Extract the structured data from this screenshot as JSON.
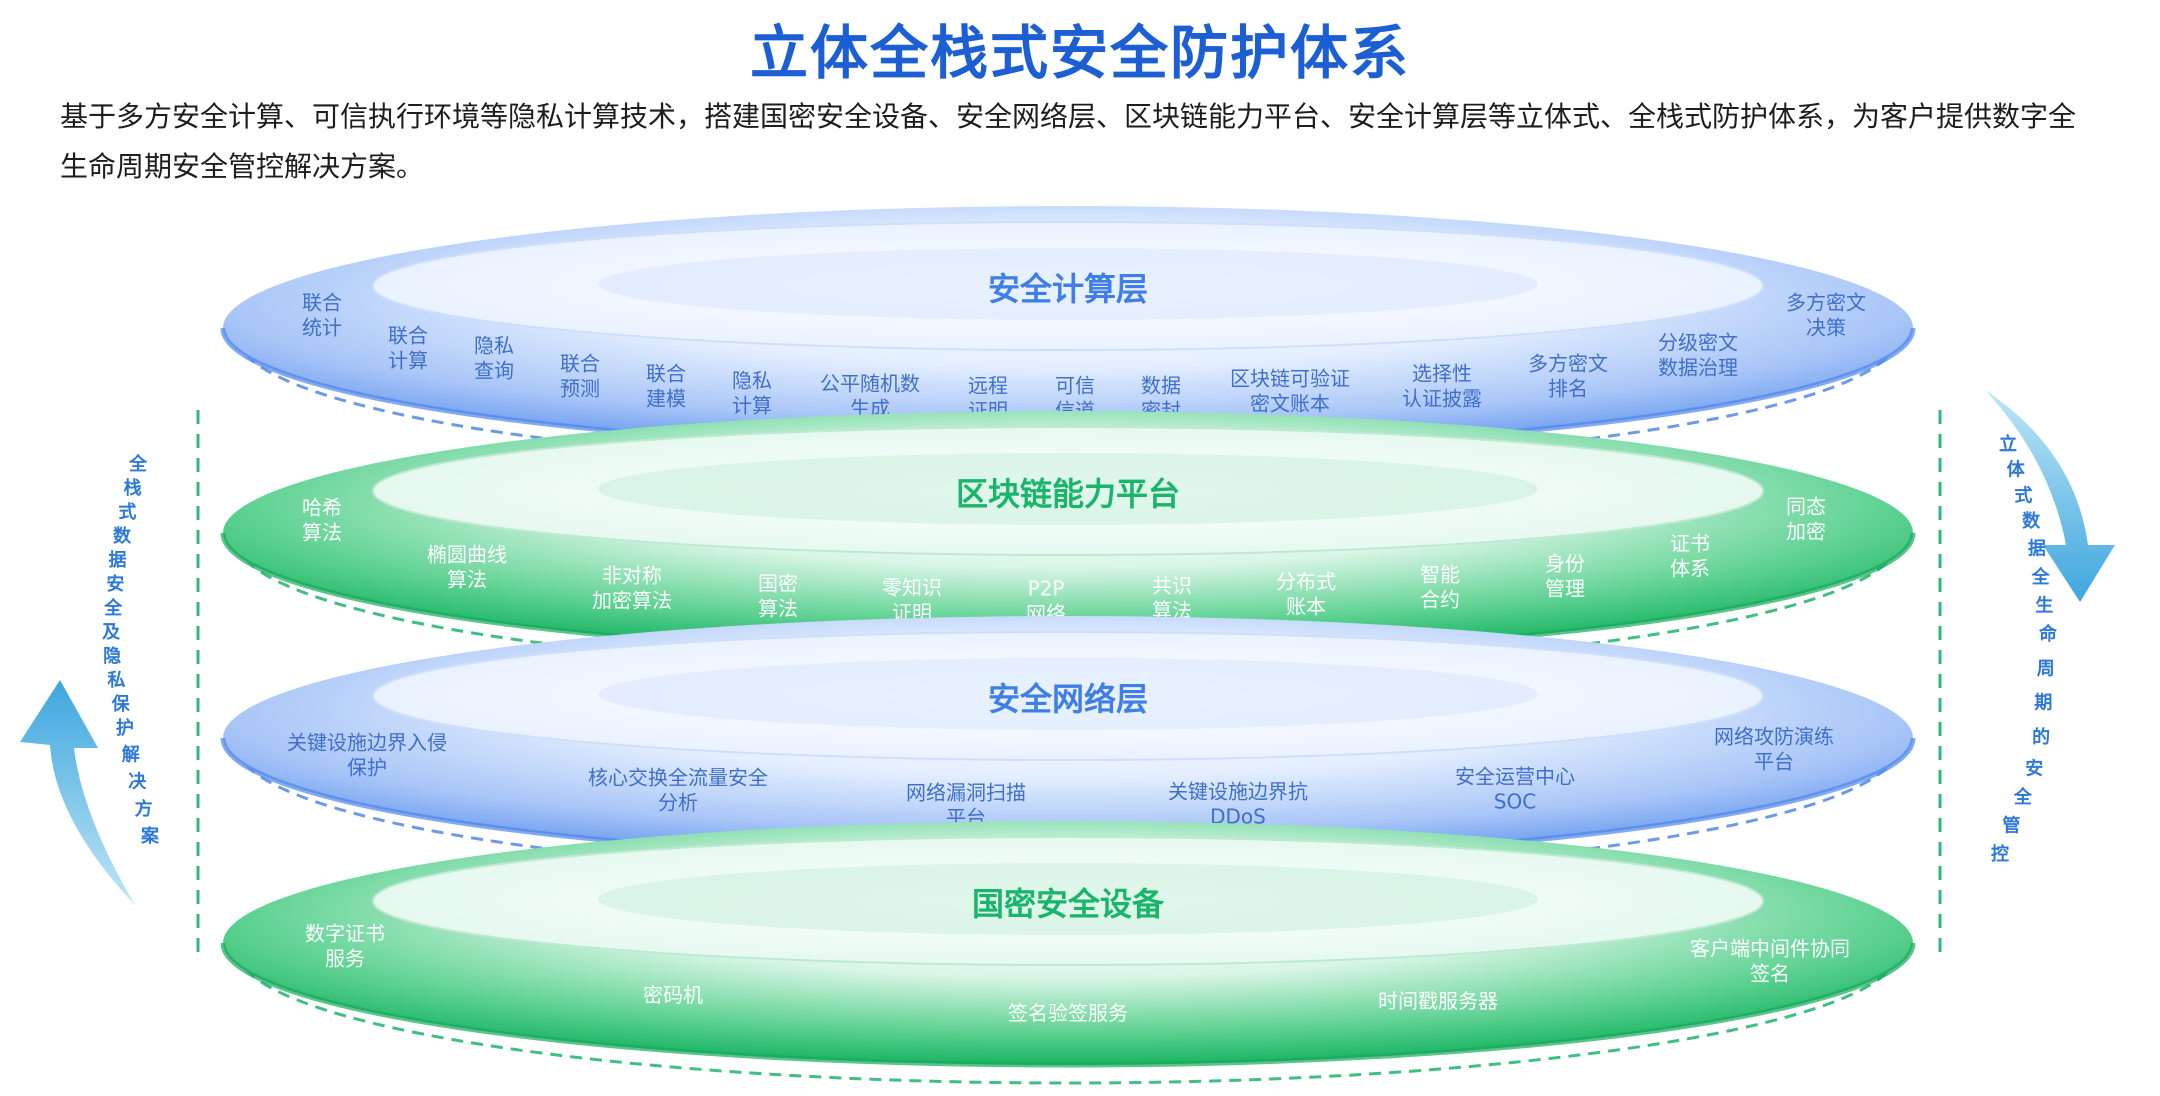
{
  "header": {
    "title": "立体全栈式安全防护体系",
    "intro": "基于多方安全计算、可信执行环境等隐私计算技术，搭建国密安全设备、安全网络层、区块链能力平台、安全计算层等立体式、全栈式防护体系，为客户提供数字全生命周期安全管控解决方案。"
  },
  "side_labels": {
    "left": "全栈式数据安全及隐私保护解决方案",
    "right": "立体式数据全生命周期的安全管控"
  },
  "colors": {
    "title": "#1c5fd4",
    "blue_layer": "#3f7ee8",
    "green_layer": "#19b56a",
    "arrow": "#4fb8e4"
  },
  "layers": [
    {
      "name": "安全计算层",
      "theme": "blue",
      "items": [
        [
          "联合",
          "统计"
        ],
        [
          "联合",
          "计算"
        ],
        [
          "隐私",
          "查询"
        ],
        [
          "联合",
          "预测"
        ],
        [
          "联合",
          "建模"
        ],
        [
          "隐私",
          "计算"
        ],
        [
          "公平随机数",
          "生成"
        ],
        [
          "远程",
          "证明"
        ],
        [
          "可信",
          "信道"
        ],
        [
          "数据",
          "密封"
        ],
        [
          "区块链可验证",
          "密文账本"
        ],
        [
          "选择性",
          "认证披露"
        ],
        [
          "多方密文",
          "排名"
        ],
        [
          "分级密文",
          "数据治理"
        ],
        [
          "多方密文",
          "决策"
        ]
      ]
    },
    {
      "name": "区块链能力平台",
      "theme": "green",
      "items": [
        [
          "哈希",
          "算法"
        ],
        [
          "椭圆曲线",
          "算法"
        ],
        [
          "非对称",
          "加密算法"
        ],
        [
          "国密",
          "算法"
        ],
        [
          "零知识",
          "证明"
        ],
        [
          "P2P",
          "网络"
        ],
        [
          "共识",
          "算法"
        ],
        [
          "分布式",
          "账本"
        ],
        [
          "智能",
          "合约"
        ],
        [
          "身份",
          "管理"
        ],
        [
          "证书",
          "体系"
        ],
        [
          "同态",
          "加密"
        ]
      ]
    },
    {
      "name": "安全网络层",
      "theme": "blue",
      "items": [
        [
          "关键设施边界入侵",
          "保护"
        ],
        [
          "核心交换全流量安全",
          "分析"
        ],
        [
          "网络漏洞扫描",
          "平台"
        ],
        [
          "关键设施边界抗",
          "DDoS"
        ],
        [
          "安全运营中心",
          "SOC"
        ],
        [
          "网络攻防演练",
          "平台"
        ]
      ]
    },
    {
      "name": "国密安全设备",
      "theme": "green",
      "items": [
        [
          "数字证书",
          "服务"
        ],
        [
          "密码机"
        ],
        [
          "签名验签服务"
        ],
        [
          "时间戳服务器"
        ],
        [
          "客户端中间件协同",
          "签名"
        ]
      ]
    }
  ]
}
